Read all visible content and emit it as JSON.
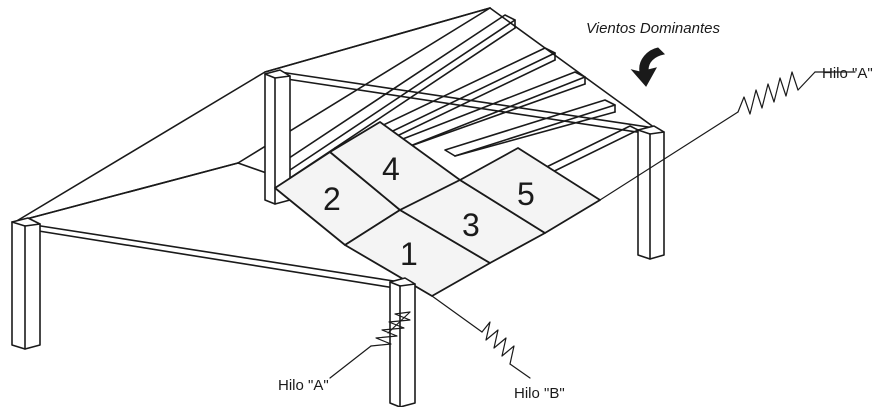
{
  "colors": {
    "ink": "#1a1a1a",
    "panel_fill": "#f4f4f4",
    "roof_fill": "#ffffff",
    "post_fill": "#ffffff"
  },
  "labels": {
    "wind": "Vientos Dominantes",
    "wire_a_top": "Hilo \"A\"",
    "wire_a_bottom": "Hilo \"A\"",
    "wire_b": "Hilo \"B\""
  },
  "panels": [
    {
      "number": "1"
    },
    {
      "number": "2"
    },
    {
      "number": "3"
    },
    {
      "number": "4"
    },
    {
      "number": "5"
    }
  ],
  "icons": {
    "wind_arrow": "curved-down-arrow-icon",
    "spring": "zigzag-spring-icon"
  }
}
